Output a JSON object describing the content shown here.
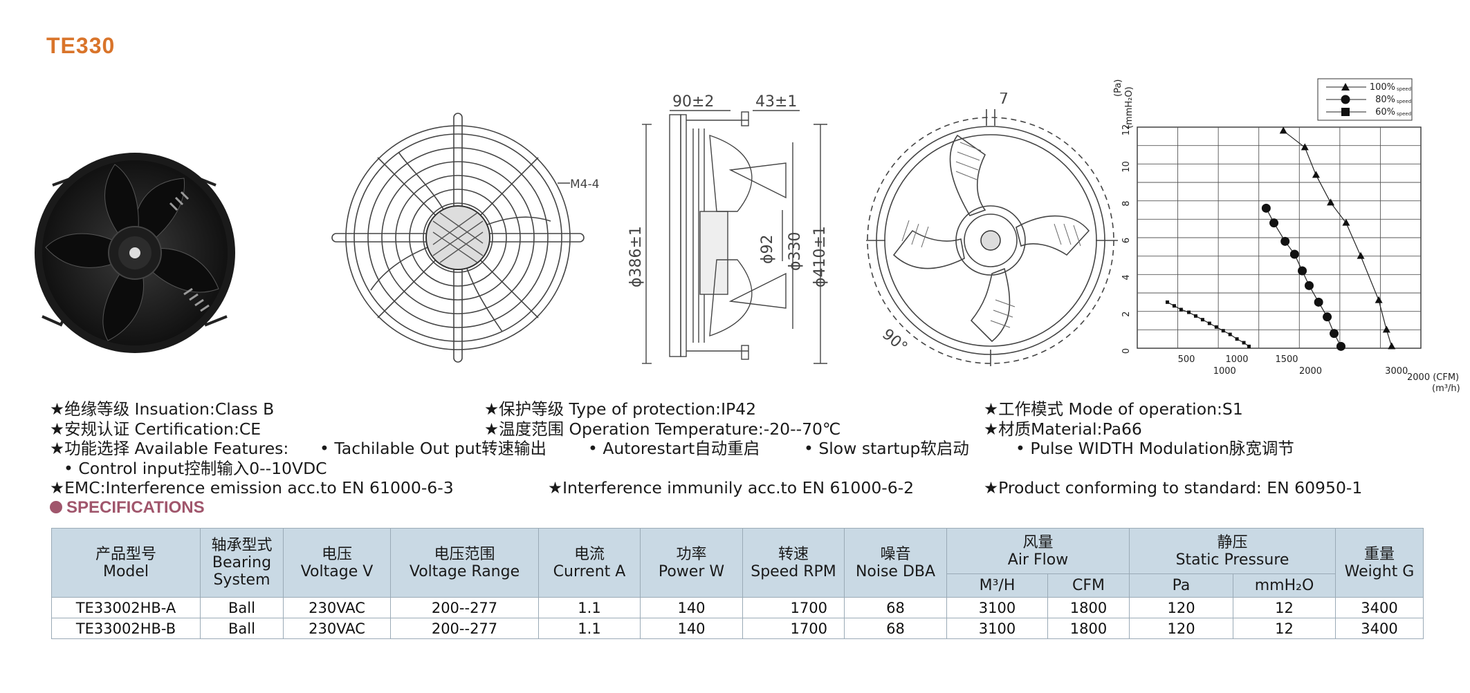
{
  "title": "TE330",
  "drawing": {
    "dim_depth": "90±2",
    "dim_front": "43±1",
    "dim_screw": "M4-4",
    "dim_d386": "ϕ386±1",
    "dim_d92": "ϕ92",
    "dim_d330": "ϕ330",
    "dim_d410": "ϕ410±1",
    "dim_seven": "7",
    "dim_ninety": "90°"
  },
  "features": {
    "row1": [
      "★绝缘等级 Insuation:Class B",
      "★保护等级 Type of protection:IP42",
      "★工作模式 Mode of operation:S1"
    ],
    "row2": [
      "★安规认证 Certification:CE",
      "★温度范围 Operation Temperature:-20--70℃",
      "★材质Material:Pa66"
    ],
    "row3": [
      "★功能选择 Available Features:",
      "• Tachilable Out put转速输出",
      "• Autorestart自动重启",
      "• Slow startup软启动",
      "• Pulse WIDTH Modulation脉宽调节"
    ],
    "row4": [
      "• Control input控制输入0--10VDC"
    ],
    "row5": [
      "★EMC:Interference emission acc.to EN 61000-6-3",
      "★Interference immunily acc.to EN 61000-6-2",
      "★Product conforming to standard: EN 60950-1"
    ]
  },
  "spec_title": "SPECIFICATIONS",
  "table": {
    "headers": {
      "model_cn": "产品型号",
      "model_en": "Model",
      "bearing_cn": "轴承型式",
      "bearing_en1": "Bearing",
      "bearing_en2": "System",
      "voltage_cn": "电压",
      "voltage_en": "Voltage V",
      "range_cn": "电压范围",
      "range_en": "Voltage Range",
      "current_cn": "电流",
      "current_en": "Current A",
      "power_cn": "功率",
      "power_en": "Power W",
      "speed_cn": "转速",
      "speed_en": "Speed RPM",
      "noise_cn": "噪音",
      "noise_en": "Noise DBA",
      "airflow_cn": "风量",
      "airflow_en": "Air Flow",
      "pressure_cn": "静压",
      "pressure_en": "Static Pressure",
      "weight_cn": "重量",
      "weight_en": "Weight G",
      "m3h": "M³/H",
      "cfm": "CFM",
      "pa": "Pa",
      "mmh2o": "mmH₂O"
    },
    "rows": [
      [
        "TE33002HB-A",
        "Ball",
        "230VAC",
        "200--277",
        "1.1",
        "140",
        "1700",
        "68",
        "3100",
        "1800",
        "120",
        "12",
        "3400"
      ],
      [
        "TE33002HB-B",
        "Ball",
        "230VAC",
        "200--277",
        "1.1",
        "140",
        "1700",
        "68",
        "3100",
        "1800",
        "120",
        "12",
        "3400"
      ]
    ]
  },
  "chart_data": {
    "type": "line",
    "title": "",
    "ylabel_pa": "(Pa)",
    "ylabel_mm": "(mmH₂O)",
    "xlabel_cfm": "2000 (CFM)",
    "xlabel_m3h": "(m³/h)",
    "ylim": [
      0,
      12
    ],
    "xlim_m3h": [
      0,
      3300
    ],
    "y_ticks": [
      "0",
      "2",
      "4",
      "6",
      "8",
      "10",
      "12"
    ],
    "x_ticks_cfm": [
      "500",
      "1000",
      "1500"
    ],
    "x_ticks_m3h": [
      "1000",
      "2000",
      "3000"
    ],
    "grid": true,
    "legend_position": "top-right",
    "series": [
      {
        "name": "100%",
        "sub": "speed",
        "marker": "triangle",
        "x": [
          1700,
          1950,
          2080,
          2250,
          2430,
          2600,
          2810,
          2900,
          2960
        ],
        "y": [
          11.8,
          10.9,
          9.4,
          7.9,
          6.8,
          5.0,
          2.6,
          1.0,
          0.1
        ]
      },
      {
        "name": "80%",
        "sub": "speed",
        "marker": "circle",
        "x": [
          1500,
          1590,
          1720,
          1830,
          1920,
          2000,
          2110,
          2210,
          2290,
          2370
        ],
        "y": [
          7.6,
          6.8,
          5.8,
          5.1,
          4.2,
          3.4,
          2.5,
          1.7,
          0.8,
          0.1
        ]
      },
      {
        "name": "60%",
        "sub": "speed",
        "marker": "square",
        "x": [
          350,
          430,
          510,
          600,
          680,
          760,
          840,
          920,
          1000,
          1080,
          1160,
          1240,
          1300
        ],
        "y": [
          2.5,
          2.3,
          2.1,
          1.95,
          1.75,
          1.55,
          1.35,
          1.15,
          0.95,
          0.75,
          0.5,
          0.3,
          0.1
        ]
      }
    ]
  }
}
